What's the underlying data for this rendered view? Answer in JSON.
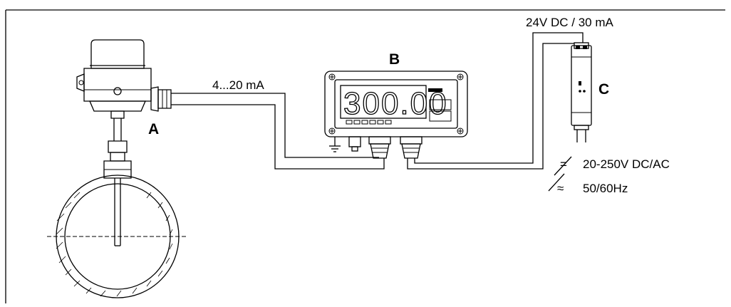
{
  "labels": {
    "a": "A",
    "b": "B",
    "c": "C",
    "signal": "4...20 mA",
    "supply_out": "24V DC / 30 mA",
    "supply_in": "20-250V DC/AC",
    "frequency": "50/60Hz"
  },
  "symbols": {
    "dc": "=",
    "ac": "≈"
  },
  "display": {
    "reading": "300.00"
  },
  "icons": [
    "temperature-transmitter-icon",
    "pipe-section-icon",
    "panel-display-icon",
    "ground-icon",
    "din-rail-power-supply-icon"
  ]
}
